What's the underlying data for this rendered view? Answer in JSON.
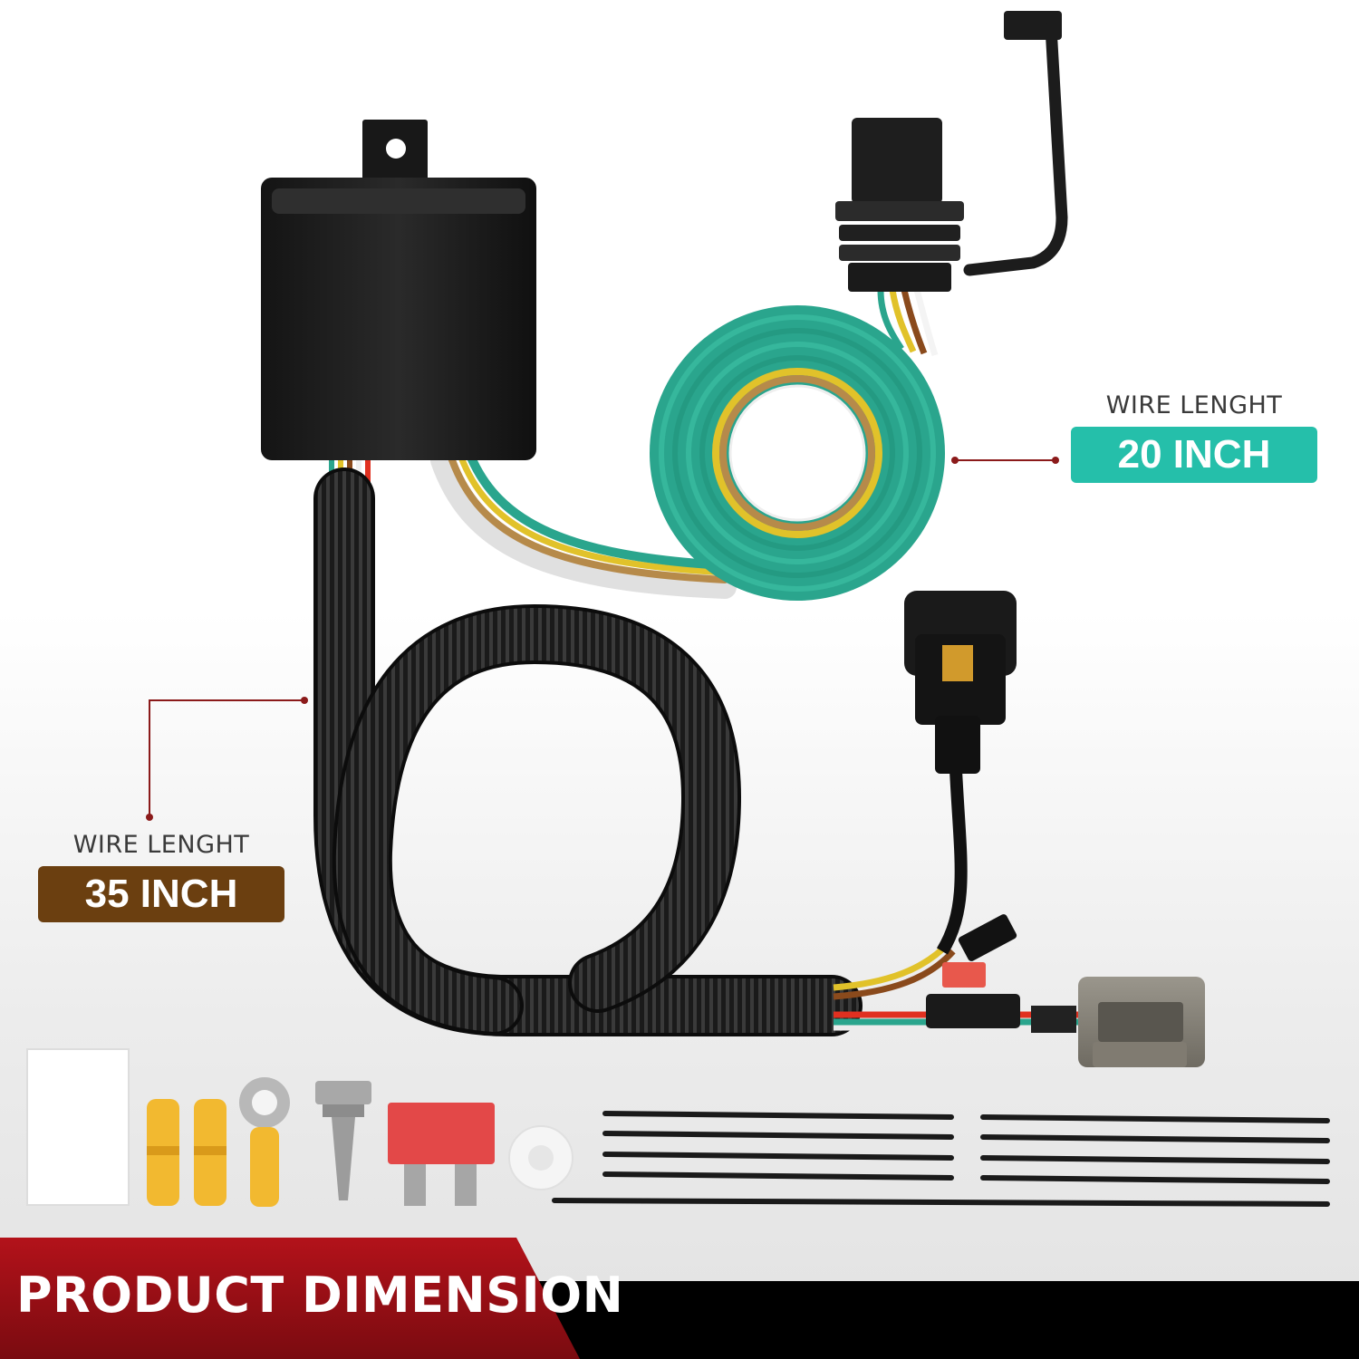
{
  "labels": {
    "short_wire": {
      "caption": "WIRE LENGHT",
      "value": "20 INCH"
    },
    "long_wire": {
      "caption": "WIRE LENGHT",
      "value": "35 INCH"
    }
  },
  "footer": {
    "title": "PRODUCT DIMENSION"
  },
  "colors": {
    "accent_teal": "#25bfaa",
    "accent_brown": "#6b3f10",
    "footer_red": "#b3121a",
    "leader_line": "#8b1a1a",
    "flat_wire": "#2aa58d"
  },
  "icons": [
    "converter-box",
    "4-pin-flat-connector",
    "dust-cap",
    "flat-wire-coil",
    "corrugated-loom",
    "vehicle-plug",
    "inline-fuse-holder",
    "vehicle-socket",
    "instruction-sheet",
    "butt-connector",
    "ring-terminal",
    "self-tapping-screw",
    "blade-fuse",
    "rubber-grommet",
    "cable-tie"
  ]
}
